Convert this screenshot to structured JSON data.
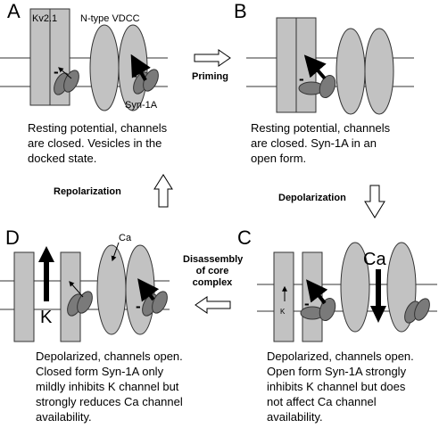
{
  "panels": {
    "A": {
      "letter": "A",
      "kv_label": "Kv2.1",
      "vdcc_label": "N-type VDCC",
      "syn_label": "Syn-1A",
      "minus1": "-",
      "minus2": "-",
      "caption": "Resting potential, channels\nare closed. Vesicles in the\ndocked state."
    },
    "B": {
      "letter": "B",
      "minus1": "-",
      "caption": "Resting potential, channels\nare closed. Syn-1A in an\nopen form."
    },
    "C": {
      "letter": "C",
      "ca_label": "Ca",
      "k_label": "K",
      "minus1": "-",
      "caption": "Depolarized, channels open.\nOpen form Syn-1A strongly\ninhibits K channel but does\nnot affect Ca channel\navailability."
    },
    "D": {
      "letter": "D",
      "ca_label": "Ca",
      "k_label": "K",
      "minus1": "-",
      "caption": "Depolarized, channels open.\nClosed form Syn-1A only\nmildly inhibits K channel but\nstrongly reduces Ca channel\navailability."
    }
  },
  "transitions": {
    "priming": "Priming",
    "depolarization": "Depolarization",
    "disassembly": "Disassembly\nof core\ncomplex",
    "repolarization": "Repolarization"
  },
  "colors": {
    "channel_fill": "#c2c2c2",
    "syntaxin_fill": "#7a7a7a",
    "stroke": "#333333",
    "arrow": "#000000"
  }
}
